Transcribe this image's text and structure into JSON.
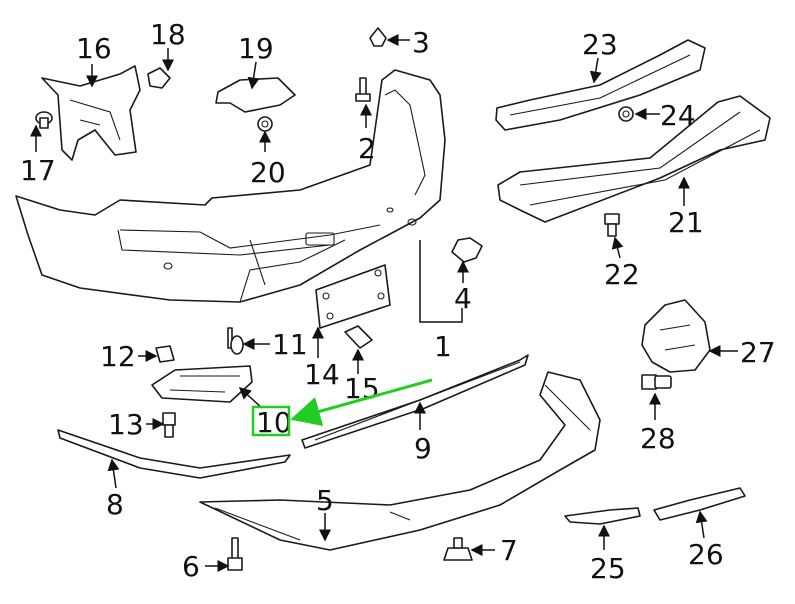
{
  "callouts": {
    "c1": "1",
    "c2": "2",
    "c3": "3",
    "c4": "4",
    "c5": "5",
    "c6": "6",
    "c7": "7",
    "c8": "8",
    "c9": "9",
    "c10": "10",
    "c11": "11",
    "c12": "12",
    "c13": "13",
    "c14": "14",
    "c15": "15",
    "c16": "16",
    "c17": "17",
    "c18": "18",
    "c19": "19",
    "c20": "20",
    "c21": "21",
    "c22": "22",
    "c23": "23",
    "c24": "24",
    "c25": "25",
    "c26": "26",
    "c27": "27",
    "c28": "28"
  },
  "colors": {
    "line": "#1a1a1a",
    "highlight": "#22cc22",
    "background": "#ffffff"
  }
}
